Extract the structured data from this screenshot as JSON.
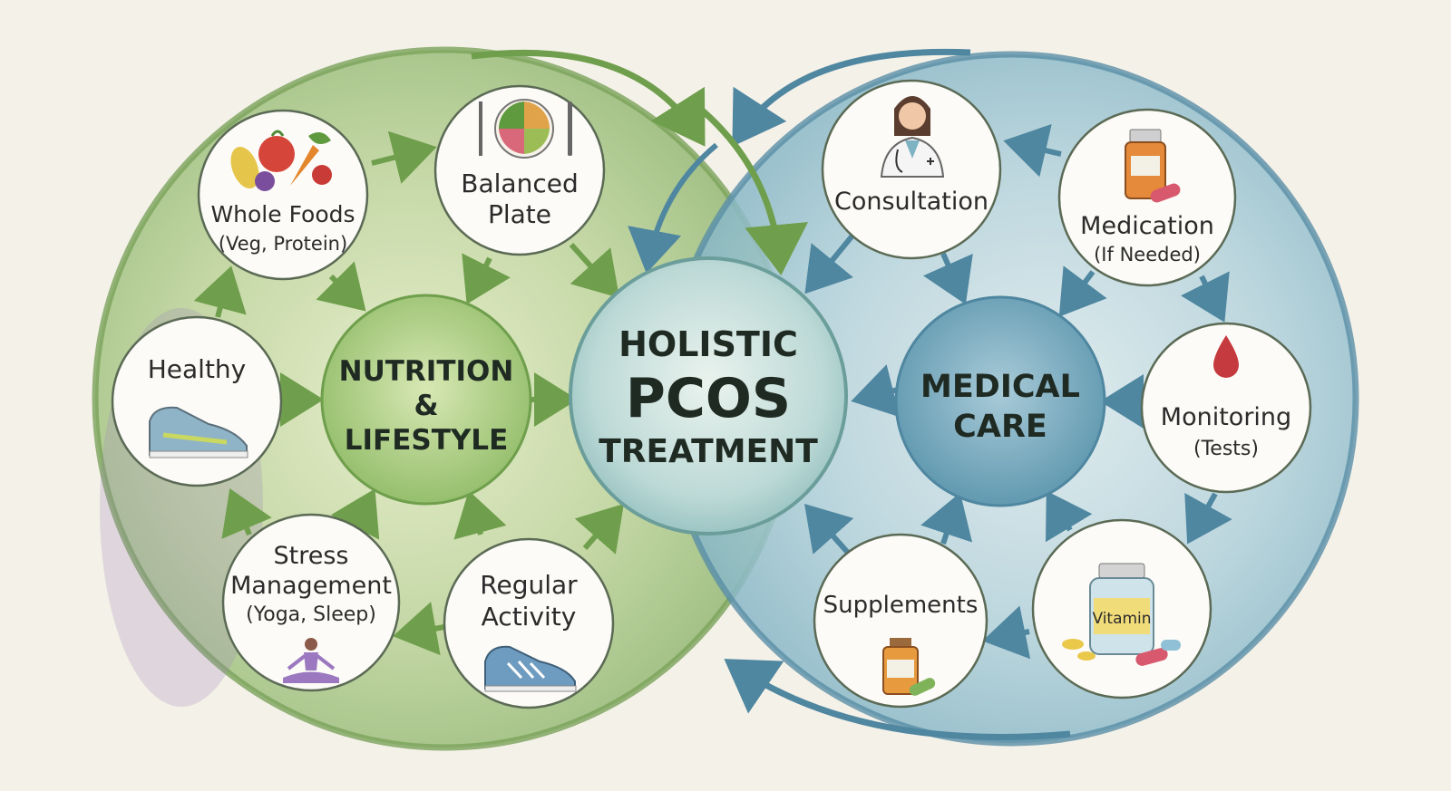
{
  "diagram": {
    "center": {
      "line1": "HOLISTIC",
      "line2": "PCOS",
      "line3": "TREATMENT"
    },
    "left_hub": {
      "line1": "NUTRITION",
      "line2": "&",
      "line3": "LIFESTYLE"
    },
    "right_hub": {
      "line1": "MEDICAL",
      "line2": "CARE"
    },
    "left_nodes": {
      "whole_foods": {
        "title": "Whole Foods",
        "sub": "(Veg, Protein)"
      },
      "balanced_plate": {
        "line1": "Balanced",
        "line2": "Plate"
      },
      "healthy": {
        "title": "Healthy"
      },
      "stress": {
        "line1": "Stress",
        "line2": "Management",
        "sub": "(Yoga, Sleep)"
      },
      "activity": {
        "line1": "Regular",
        "line2": "Activity"
      }
    },
    "right_nodes": {
      "consultation": {
        "title": "Consultation"
      },
      "medication": {
        "title": "Medication",
        "sub": "(If Needed)"
      },
      "monitoring": {
        "title": "Monitoring",
        "sub": "(Tests)"
      },
      "supplements": {
        "title": "Supplements"
      },
      "vitamin": {
        "label": "Vitamin"
      }
    },
    "colors": {
      "green": "#6f9f4c",
      "blue": "#4f86a0",
      "paper": "#f4f1e8"
    }
  }
}
